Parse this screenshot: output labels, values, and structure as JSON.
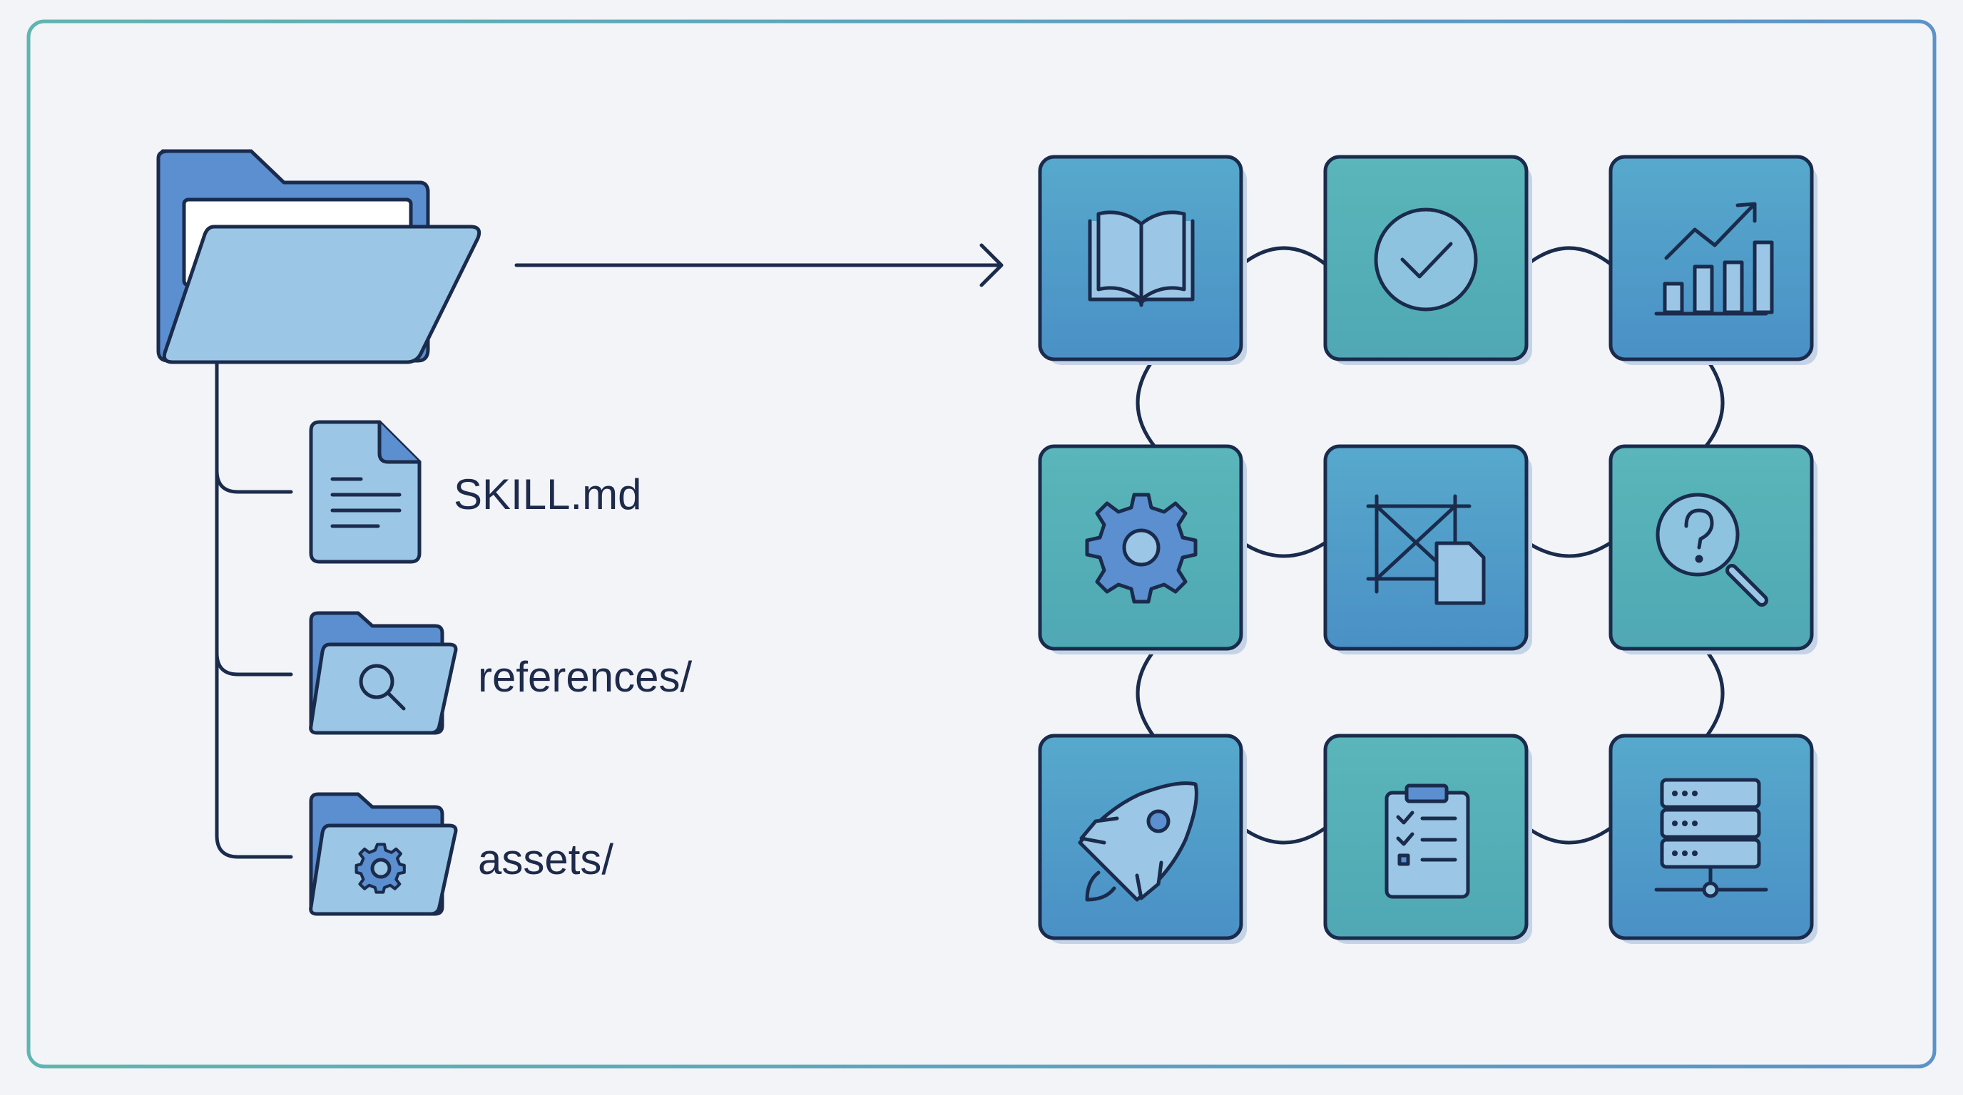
{
  "tree": {
    "items": [
      {
        "label": "SKILL.md",
        "icon": "document-icon"
      },
      {
        "label": "references/",
        "icon": "folder-search-icon"
      },
      {
        "label": "assets/",
        "icon": "folder-gear-icon"
      }
    ]
  },
  "grid": {
    "tiles": [
      {
        "icon": "book-icon",
        "tone": "blue"
      },
      {
        "icon": "check-circle-icon",
        "tone": "teal"
      },
      {
        "icon": "bar-chart-trend-icon",
        "tone": "blue"
      },
      {
        "icon": "gear-icon",
        "tone": "teal"
      },
      {
        "icon": "blueprint-icon",
        "tone": "blue"
      },
      {
        "icon": "question-search-icon",
        "tone": "teal"
      },
      {
        "icon": "rocket-icon",
        "tone": "blue"
      },
      {
        "icon": "clipboard-checklist-icon",
        "tone": "teal"
      },
      {
        "icon": "server-icon",
        "tone": "blue"
      }
    ]
  },
  "colors": {
    "outline": "#1a2b4c",
    "folder_light": "#9cc6e6",
    "folder_dark": "#5b8fd0",
    "tile_blue": "#4f9fc8",
    "tile_teal": "#58b4b8",
    "frame_left": "#5fb5b0",
    "frame_right": "#5b93c8"
  }
}
